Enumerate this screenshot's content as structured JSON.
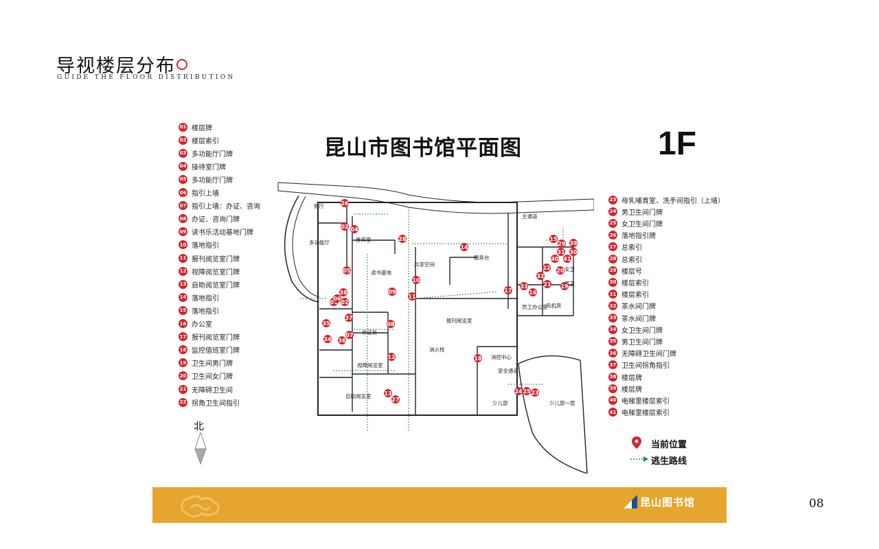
{
  "header": {
    "title": "导视楼层分布",
    "subtitle": "GUIDE THE FLOOR DISTRIBUTION"
  },
  "plan": {
    "title": "昆山市图书馆平面图",
    "floor": "1F"
  },
  "legend_left": [
    {
      "num": "01",
      "label": "楼层牌"
    },
    {
      "num": "02",
      "label": "楼层索引"
    },
    {
      "num": "03",
      "label": "多功能厅门牌"
    },
    {
      "num": "04",
      "label": "接待室门牌"
    },
    {
      "num": "05",
      "label": "多功能厅门牌"
    },
    {
      "num": "06",
      "label": "指引上墙"
    },
    {
      "num": "07",
      "label": "指引上墙：办证、咨询"
    },
    {
      "num": "08",
      "label": "办证、咨询门牌"
    },
    {
      "num": "09",
      "label": "读书乐活动基地门牌"
    },
    {
      "num": "10",
      "label": "落地指引"
    },
    {
      "num": "11",
      "label": "报刊阅览室门牌"
    },
    {
      "num": "12",
      "label": "视障阅览室门牌"
    },
    {
      "num": "13",
      "label": "自助阅览室门牌"
    },
    {
      "num": "14",
      "label": "落地指引"
    },
    {
      "num": "15",
      "label": "落地指引"
    },
    {
      "num": "16",
      "label": "办公室"
    },
    {
      "num": "17",
      "label": "报刊阅览室门牌"
    },
    {
      "num": "18",
      "label": "监控值班室门牌"
    },
    {
      "num": "19",
      "label": "卫生间男门牌"
    },
    {
      "num": "20",
      "label": "卫生间女门牌"
    },
    {
      "num": "21",
      "label": "无障碍卫生间"
    },
    {
      "num": "22",
      "label": "拐角卫生间指引"
    }
  ],
  "legend_right": [
    {
      "num": "23",
      "label": "母乳哺育室、洗手间指引（上墙）"
    },
    {
      "num": "24",
      "label": "男卫生间门牌"
    },
    {
      "num": "25",
      "label": "女卫生间门牌"
    },
    {
      "num": "26",
      "label": "落地指引牌"
    },
    {
      "num": "27",
      "label": "总索引"
    },
    {
      "num": "28",
      "label": "总索引"
    },
    {
      "num": "29",
      "label": "楼层号"
    },
    {
      "num": "30",
      "label": "楼层索引"
    },
    {
      "num": "31",
      "label": "楼层索引"
    },
    {
      "num": "32",
      "label": "茶水间门牌"
    },
    {
      "num": "33",
      "label": "茶水间门牌"
    },
    {
      "num": "34",
      "label": "女卫生间门牌"
    },
    {
      "num": "35",
      "label": "男卫生间门牌"
    },
    {
      "num": "36",
      "label": "无障碍卫生间门牌"
    },
    {
      "num": "37",
      "label": "卫生间拐角指引"
    },
    {
      "num": "38",
      "label": "楼层牌"
    },
    {
      "num": "39",
      "label": "楼层牌"
    },
    {
      "num": "40",
      "label": "电梯里楼层索引"
    },
    {
      "num": "41",
      "label": "电梯里楼层索引"
    }
  ],
  "rooms": {
    "multi_hall": "多功能厅",
    "side_hall": "侧厅",
    "guest_room": "贵宾室",
    "reading_base": "读书基地",
    "shared_space": "共享空间",
    "newspaper_room": "报刊阅览室",
    "service_desk": "服务台",
    "card_office": "办证处",
    "blind_room": "视障阅览室",
    "self_room": "自助阅览室",
    "fire_control": "消控中心",
    "children_dept": "少儿部",
    "children_one": "少儿部一层",
    "staff_office": "员工办公室",
    "wind_room": "风机房",
    "main_passage": "主通道",
    "women_wc": "女卫",
    "men_wc": "男卫",
    "hydrant": "消火栓",
    "exit": "安全通道"
  },
  "compass": {
    "north": "北"
  },
  "bottom_legend": {
    "current": "当前位置",
    "route": "逃生路线"
  },
  "footer": {
    "brand": "昆山图书馆"
  },
  "page_number": "08",
  "colors": {
    "marker": "#d1252f",
    "route": "#1e8c3a",
    "footer": "#e5a52e"
  }
}
